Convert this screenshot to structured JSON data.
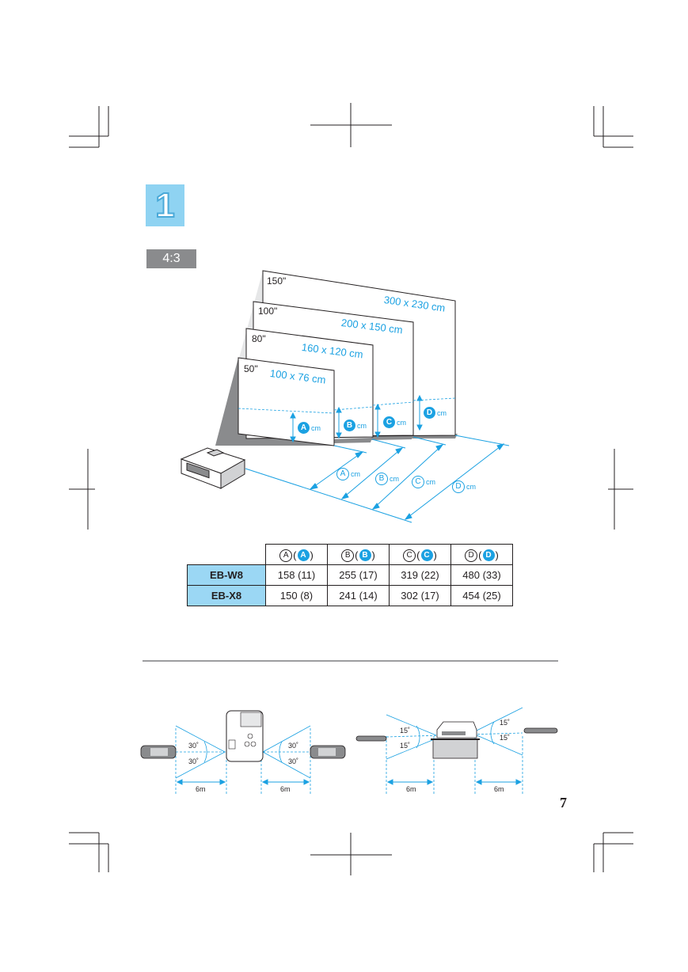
{
  "step": {
    "number": "1"
  },
  "aspect_ratio": "4:3",
  "screens": [
    {
      "size": "150\"",
      "dimensions": "300 x 230 cm"
    },
    {
      "size": "100\"",
      "dimensions": "200 x 150 cm"
    },
    {
      "size": "80\"",
      "dimensions": "160 x 120 cm"
    },
    {
      "size": "50\"",
      "dimensions": "100 x 76 cm"
    }
  ],
  "diagram": {
    "unit": "cm",
    "letters": [
      "A",
      "B",
      "C",
      "D"
    ],
    "accent_color": "#1ba1e2"
  },
  "table": {
    "columns": [
      "A",
      "B",
      "C",
      "D"
    ],
    "rows": [
      {
        "model": "EB-W8",
        "values": [
          "158 (11)",
          "255 (17)",
          "319 (22)",
          "480 (33)"
        ]
      },
      {
        "model": "EB-X8",
        "values": [
          "150 (8)",
          "241 (14)",
          "302 (17)",
          "454 (25)"
        ]
      }
    ]
  },
  "remote": {
    "angle_h": "30˚",
    "angle_v": "15˚",
    "distance": "6m"
  },
  "page_number": "7"
}
